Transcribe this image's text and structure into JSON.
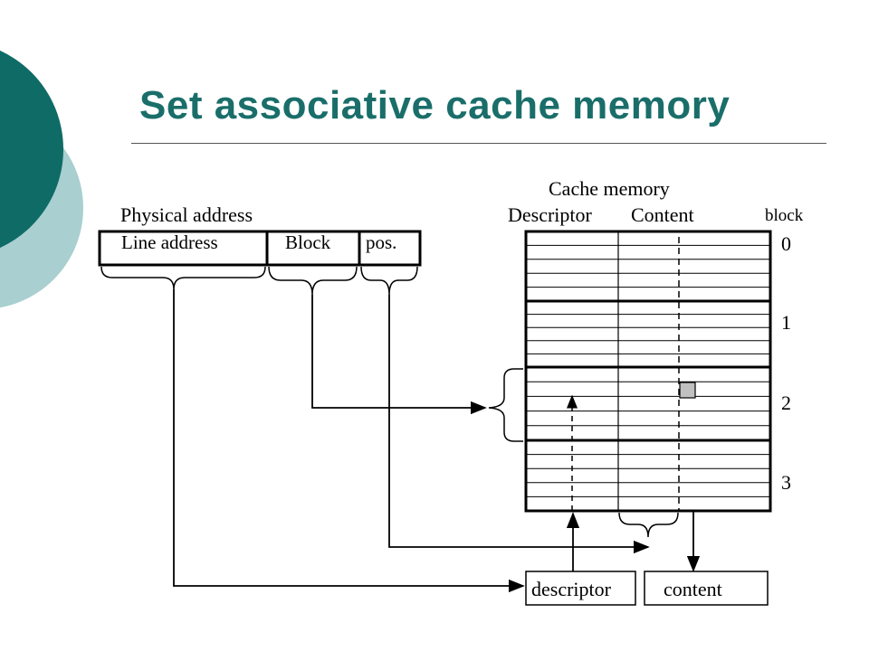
{
  "slide": {
    "title": "Set associative cache memory"
  },
  "diagram": {
    "physical_address_label": "Physical address",
    "fields": [
      "Line address",
      "Block",
      "pos."
    ],
    "cache_memory_label": "Cache memory",
    "column_labels": {
      "descriptor": "Descriptor",
      "content": "Content",
      "block": "block"
    },
    "block_numbers": [
      "0",
      "1",
      "2",
      "3"
    ],
    "lines_per_block": 5,
    "outputs": {
      "descriptor": "descriptor",
      "content": "content"
    }
  },
  "colors": {
    "title": "#1a6e6a",
    "circle_dark": "#0f6b66",
    "circle_light": "#a9cfd0",
    "highlight_cell": "#c0c0c0"
  }
}
